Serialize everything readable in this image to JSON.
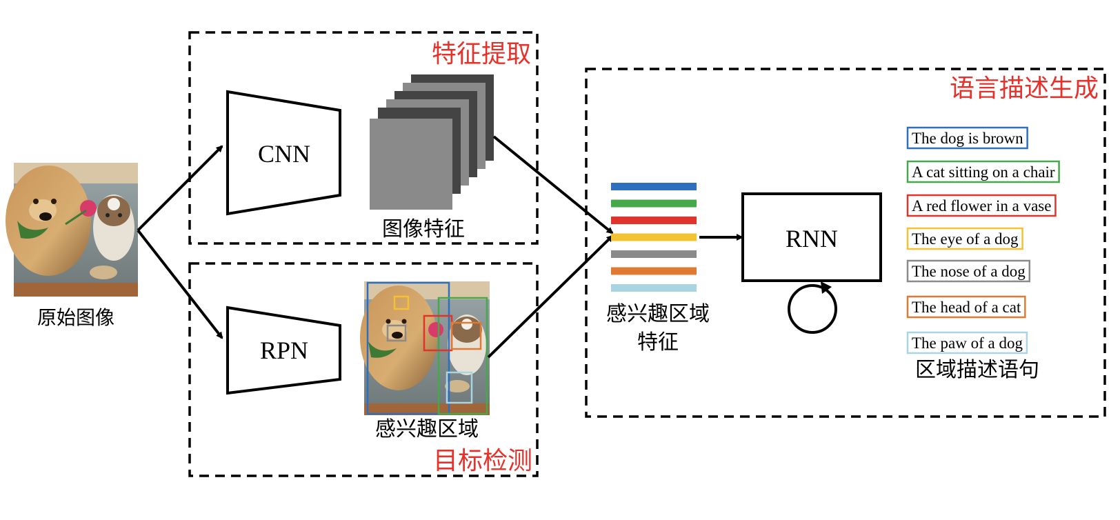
{
  "input": {
    "label": "原始图像"
  },
  "feature_extraction": {
    "title": "特征提取",
    "cnn_label": "CNN",
    "feature_map_label": "图像特征"
  },
  "object_detection": {
    "title": "目标检测",
    "rpn_label": "RPN",
    "roi_label": "感兴趣区域"
  },
  "roi_features": {
    "label_line1": "感兴趣区域",
    "label_line2": "特征",
    "bar_colors": [
      "#2f6fbf",
      "#45a84a",
      "#e0332b",
      "#f2c233",
      "#8a8a8a",
      "#e07a32",
      "#a9d4e2"
    ]
  },
  "language_generation": {
    "title": "语言描述生成",
    "rnn_label": "RNN",
    "captions_label": "区域描述语句",
    "captions": [
      {
        "text": "The dog is brown",
        "color": "#2f6fbf"
      },
      {
        "text": "A cat sitting on a chair",
        "color": "#45a84a"
      },
      {
        "text": "A red flower in a vase",
        "color": "#e0332b"
      },
      {
        "text": "The eye of a dog",
        "color": "#f2c233"
      },
      {
        "text": "The nose of a dog",
        "color": "#8a8a8a"
      },
      {
        "text": "The head of a cat",
        "color": "#e07a32"
      },
      {
        "text": "The paw of a dog",
        "color": "#a9d4e2"
      }
    ]
  },
  "colors": {
    "section_title": "#e8302a",
    "stroke": "#000000"
  }
}
